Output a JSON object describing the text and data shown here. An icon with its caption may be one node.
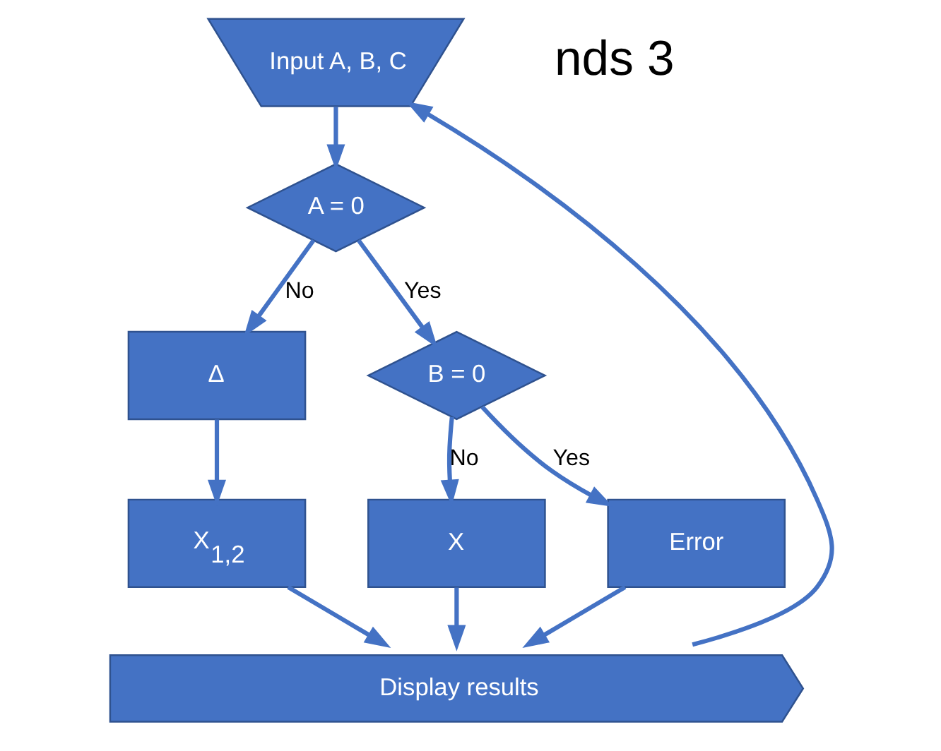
{
  "diagram": {
    "nodes": [
      {
        "text": [
          "Input A, B, C"
        ]
      },
      {
        "text": [
          "A = 0"
        ]
      },
      {
        "text": [
          "Δ"
        ]
      },
      {
        "text": [
          "B = 0"
        ]
      },
      {
        "text": [
          "X$_{1,2}$"
        ]
      },
      {
        "text": [
          "X"
        ]
      },
      {
        "text": [
          "Error"
        ]
      },
      {
        "text": [
          "Display results"
        ]
      }
    ],
    "edges": [
      {
        "from": 0,
        "to": 1,
        "arrow": "to"
      },
      {
        "from": 1,
        "to": 3,
        "arrow": "to",
        "label": "Yes"
      },
      {
        "from": 1,
        "to": 2,
        "arrow": "to",
        "label": "No"
      },
      {
        "from": 3,
        "to": 6,
        "arrow": "to",
        "label": "Yes"
      },
      {
        "from": 3,
        "to": 5,
        "arrow": "to",
        "label": "No"
      },
      {
        "from": 2,
        "to": 4,
        "arrow": "to"
      },
      {
        "from": 4,
        "to": 7,
        "arrow": "to"
      },
      {
        "from": 5,
        "to": 7,
        "arrow": "to"
      },
      {
        "from": 6,
        "to": 7,
        "arrow": "to"
      },
      {
        "from": 7,
        "to": 0,
        "arrow": "to"
      }
    ],
    "labels": [
      "nds 3"
    ]
  }
}
